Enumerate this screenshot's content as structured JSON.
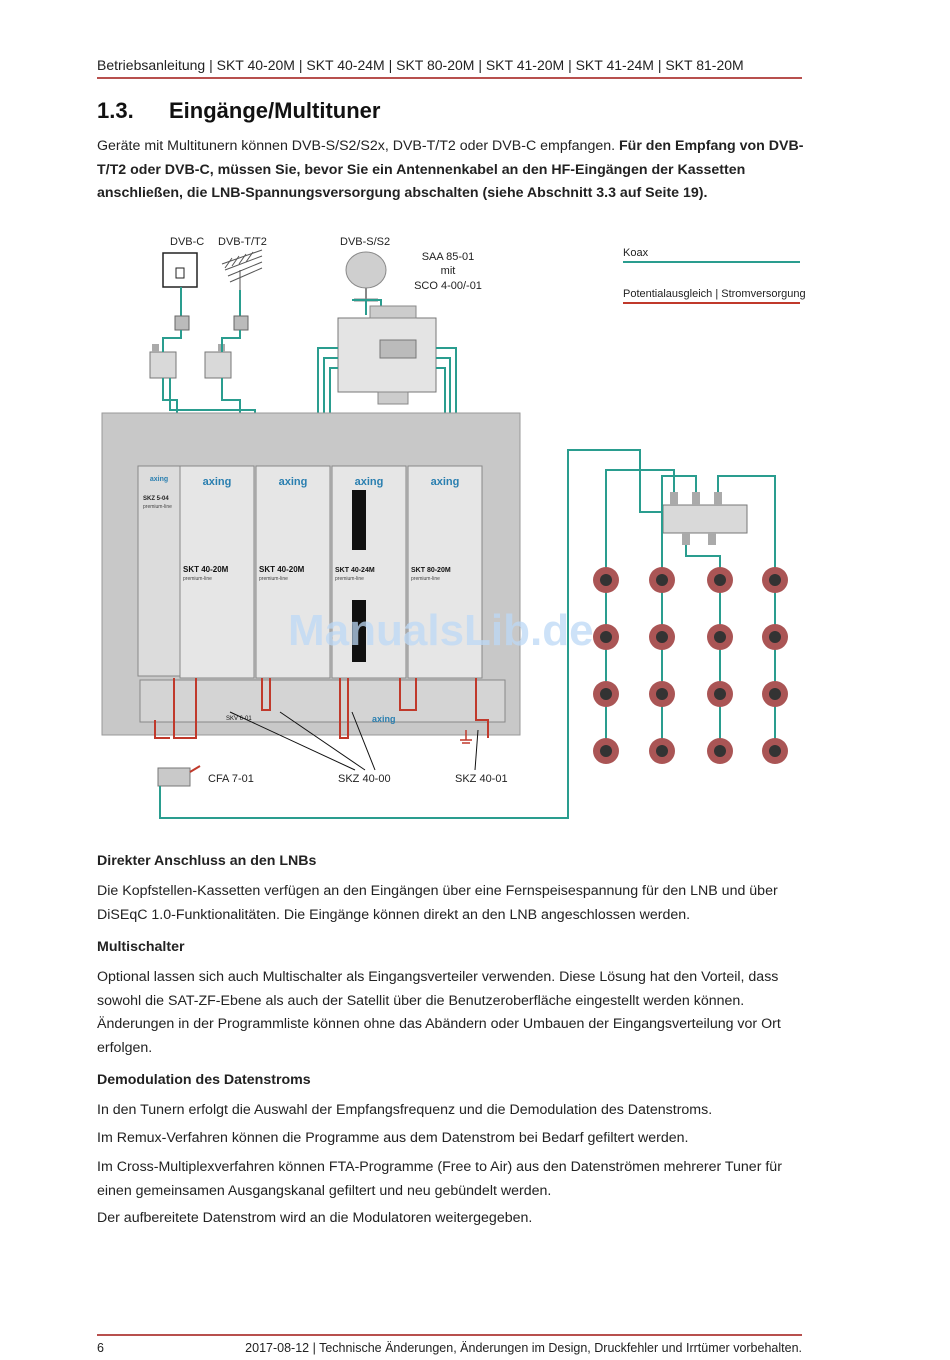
{
  "header": {
    "title": "Betriebsanleitung | SKT 40-20M | SKT 40-24M | SKT 80-20M | SKT 41-20M | SKT 41-24M | SKT 81-20M"
  },
  "section": {
    "number": "1.3.",
    "title": "Eingänge/Multituner"
  },
  "intro": {
    "normal": "Geräte mit Multitunern können DVB-S/S2/S2x, DVB-T/T2 oder DVB-C empfangen. ",
    "bold": "Für den Empfang von DVB-T/T2 oder DVB-C, müssen Sie, bevor Sie ein Antennenkabel an den HF-Eingängen der Kassetten anschließen, die LNB-Spannungsversorgung abschalten (siehe Abschnitt 3.3 auf Seite 19)."
  },
  "diagram": {
    "input_labels": [
      "DVB-C",
      "DVB-T/T2",
      "DVB-S/S2"
    ],
    "saa_label": [
      "SAA 85-01",
      "mit",
      "SCO 4-00/-01"
    ],
    "legend": {
      "koax": "Koax",
      "potential": "Potentialausgleich | Stromversorgung"
    },
    "callouts": {
      "cfa": "CFA 7-01",
      "skz1": "SKZ 40-00",
      "skz2": "SKZ 40-01"
    },
    "modules": [
      {
        "brand": "axing",
        "name": "SKT 40-20M",
        "sub": "premium-line"
      },
      {
        "brand": "axing",
        "name": "SKT 40-20M",
        "sub": "premium-line"
      },
      {
        "brand": "axing",
        "name": "SKT 40-24M",
        "sub": "premium-line"
      },
      {
        "brand": "axing",
        "name": "SKT 80-20M",
        "sub": "premium-line"
      }
    ],
    "psu": {
      "brand": "axing",
      "name": "SKZ 5-04",
      "sub": "premium-line"
    },
    "bottom_unit": {
      "name": "SKV 6-01",
      "brand": "axing"
    },
    "watermark": "ManualsLib.de",
    "colors": {
      "koax": "#2a9d8f",
      "power": "#c0392b"
    }
  },
  "sections": [
    {
      "title": "Direkter Anschluss an den LNBs",
      "lines": [
        "Die Kopfstellen-Kassetten verfügen an den Eingängen über eine Fernspeisespannung für den LNB und über",
        "DiSEqC 1.0-Funktionalitäten. Die Eingänge können direkt an den LNB angeschlossen werden."
      ]
    },
    {
      "title": "Multischalter",
      "lines": [
        "Optional lassen sich auch Multischalter als Eingangsverteiler verwenden. Diese Lösung hat den Vorteil, dass",
        "sowohl die SAT-ZF-Ebene als auch der Satellit über die Benutzeroberfläche eingestellt werden können.",
        "Änderungen in der Programmliste können ohne das Abändern oder Umbauen der Eingangsverteilung vor Ort",
        "erfolgen."
      ]
    },
    {
      "title": "Demodulation des Datenstroms",
      "lines": [
        "In den Tunern erfolgt die Auswahl der Empfangsfrequenz und die Demodulation des Datenstroms.",
        "Im Remux-Verfahren können die Programme aus dem Datenstrom bei Bedarf gefiltert werden.",
        "Im Cross-Multiplexverfahren können FTA-Programme (Free to Air) aus den Datenströmen mehrerer Tuner für",
        "einen gemeinsamen Ausgangskanal gefiltert und neu gebündelt werden.",
        "Der aufbereitete Datenstrom wird an die Modulatoren weitergegeben."
      ]
    }
  ],
  "footer": {
    "page": "6",
    "note": "2017-08-12 | Technische Änderungen, Änderungen im Design, Druckfehler und Irrtümer vorbehalten."
  }
}
